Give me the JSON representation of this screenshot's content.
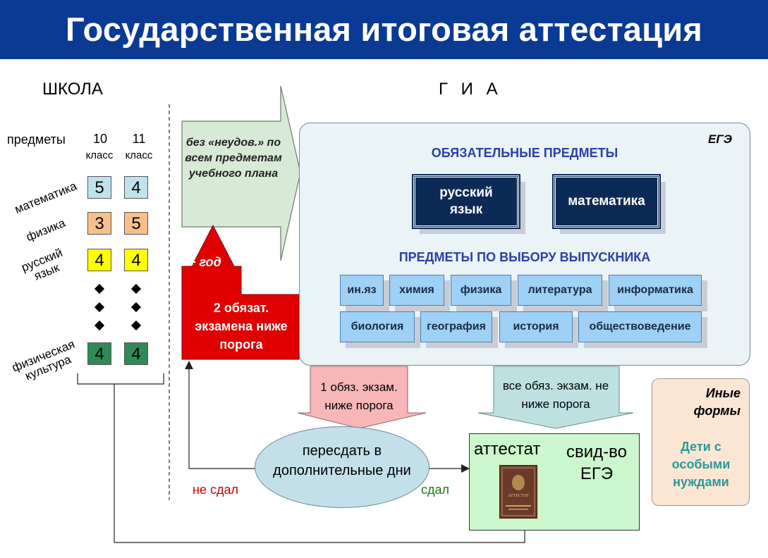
{
  "title": "Государственная итоговая аттестация",
  "school": {
    "heading": "ШКОЛА",
    "subjects_label": "предметы",
    "col10_num": "10",
    "col10_word": "класс",
    "col11_num": "11",
    "col11_word": "класс",
    "rows": [
      {
        "name": "математика",
        "g10": "5",
        "g11": "4",
        "color": "#bfe3ee"
      },
      {
        "name": "физика",
        "g10": "3",
        "g11": "5",
        "color": "#f7c08a"
      },
      {
        "name": "русский\nязык",
        "g10": "4",
        "g11": "4",
        "color": "#ffff00"
      },
      {
        "name": "физическая\nкультура",
        "g10": "4",
        "g11": "4",
        "color": "#2e8b57"
      }
    ]
  },
  "gia": {
    "heading": "Г И А",
    "arrow_text": "без «неудов.» по всем предметам учебного плана",
    "plus_year": "+ год",
    "red_text": "2 обязат. экзамена ниже порога"
  },
  "ege": {
    "label": "ЕГЭ",
    "mandatory_heading": "ОБЯЗАТЕЛЬНЫЕ ПРЕДМЕТЫ",
    "mandatory": [
      "русский\nязык",
      "математика"
    ],
    "elective_heading": "ПРЕДМЕТЫ ПО ВЫБОРУ ВЫПУСКНИКА",
    "electives_row1": [
      "ин.яз",
      "химия",
      "физика",
      "литература",
      "информатика"
    ],
    "electives_row2": [
      "биология",
      "география",
      "история",
      "обществоведение"
    ]
  },
  "outcomes": {
    "fail_one": "1 обяз. экзам. ниже порога",
    "pass_all": "все обяз. экзам. не ниже порога",
    "retake": "пересдать в дополнительные дни",
    "not_passed": "не сдал",
    "passed": "сдал",
    "certificate": "аттестат",
    "cert_doc_title": "АТТЕСТАТ",
    "svid": "свид-во ЕГЭ"
  },
  "other": {
    "title": "Иные формы",
    "special": "Дети с особыми нуждами"
  },
  "colors": {
    "banner": "#0a3a94",
    "red": "#e00000",
    "green_label": "#1a7a1a",
    "red_label": "#cc0000",
    "teal_text": "#2a9a9a"
  }
}
